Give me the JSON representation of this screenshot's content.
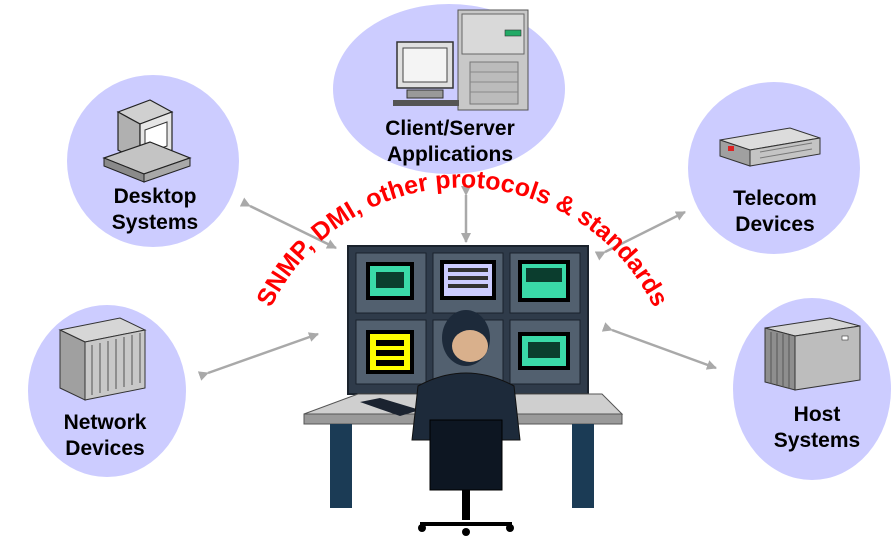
{
  "nodes": {
    "client_server": {
      "line1": "Client/Server",
      "line2": "Applications"
    },
    "desktop": {
      "line1": "Desktop",
      "line2": "Systems"
    },
    "telecom": {
      "line1": "Telecom",
      "line2": "Devices"
    },
    "network": {
      "line1": "Network",
      "line2": "Devices"
    },
    "host": {
      "line1": "Host",
      "line2": "Systems"
    }
  },
  "protocols_text": "SNMP, DMI, other protocols & standards",
  "colors": {
    "circle_fill": "#ccccff",
    "arrow": "#a9a9a9",
    "protocols_text": "#ff0000",
    "monitor_wall": "#2f3b4a",
    "desk": "#cfcfcf"
  }
}
